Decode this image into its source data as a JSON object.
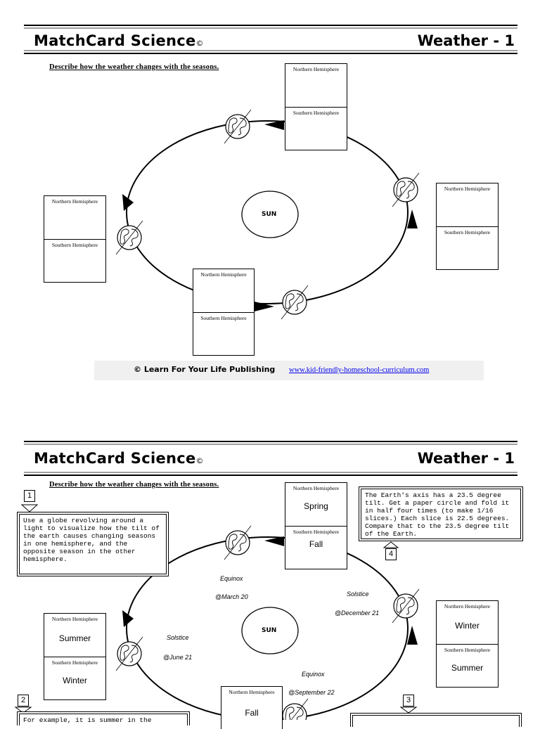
{
  "card_top": {
    "title": "MatchCard Science",
    "copyright_mark": "©",
    "topic": "Weather - 1",
    "prompt": "Describe how the weather changes with the seasons.",
    "sun": "SUN",
    "boxes": [
      {
        "north": "Northern Hemisphere",
        "south": "Southern Hemisphere"
      },
      {
        "north": "Northern Hemisphere",
        "south": "Southern Hemisphere"
      },
      {
        "north": "Northern Hemisphere",
        "south": "Southern Hemisphere"
      },
      {
        "north": "Northern Hemisphere",
        "south": "Southern Hemisphere"
      }
    ],
    "footer": {
      "publisher": "© Learn For Your Life Publishing",
      "url": "www.kid-friendly-homeschool-curriculum.com"
    }
  },
  "card_bottom": {
    "title": "MatchCard Science",
    "copyright_mark": "©",
    "topic": "Weather - 1",
    "prompt": "Describe how the weather changes with the seasons.",
    "sun": "SUN",
    "boxes": [
      {
        "north": "Northern Hemisphere",
        "north_season": "Spring",
        "south": "Southern Hemisphere",
        "south_season": "Fall"
      },
      {
        "north": "Northern Hemisphere",
        "north_season": "Summer",
        "south": "Southern Hemisphere",
        "south_season": "Winter"
      },
      {
        "north": "Northern Hemisphere",
        "north_season": "Winter",
        "south": "Southern Hemisphere",
        "south_season": "Summer"
      },
      {
        "north": "Northern Hemisphere",
        "north_season": "Fall"
      }
    ],
    "orbit_labels": {
      "equinox_top": "Equinox",
      "date_march": "@March 20",
      "solstice_right": "Solstice",
      "date_december": "@December 21",
      "solstice_left": "Solstice",
      "date_june": "@June 21",
      "equinox_bottom": "Equinox",
      "date_september": "@September 22"
    },
    "notes": [
      {
        "number": "1",
        "text": "Use a globe revolving around a light to visualize how the tilt of the earth causes changing seasons in one hemisphere, and the opposite season in the other hemisphere."
      },
      {
        "number": "4",
        "text": "The Earth's axis has a 23.5 degree tilt. Get a paper circle and fold it in half four times (to make 1/16 slices.) Each slice is 22.5 degrees. Compare that to the 23.5 degree tilt of the Earth."
      },
      {
        "number": "2",
        "text": "For example, it is summer in the"
      },
      {
        "number": "3",
        "text": ""
      }
    ]
  }
}
